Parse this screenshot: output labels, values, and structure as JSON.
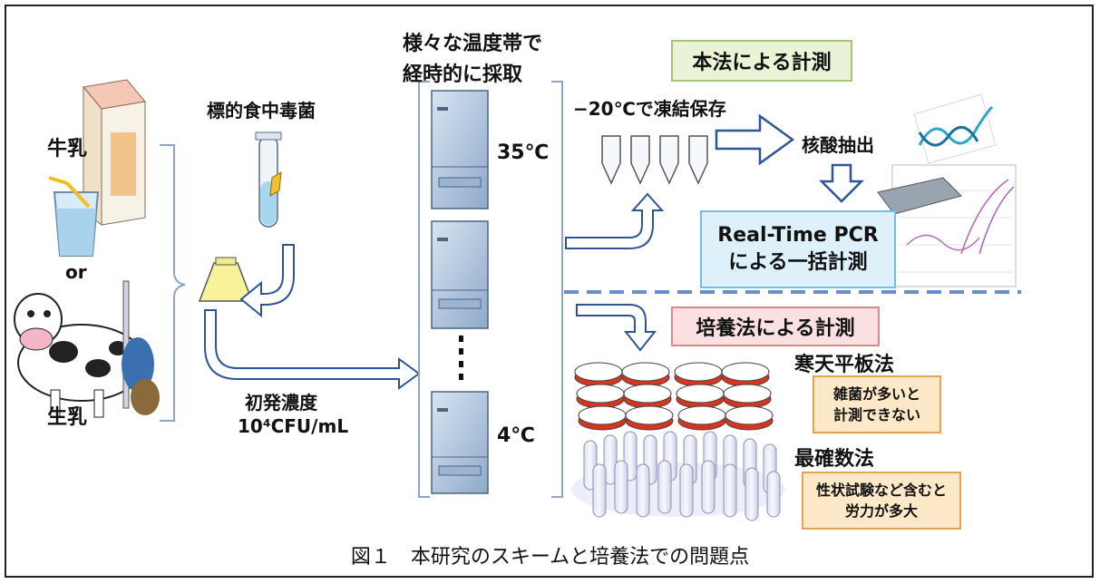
{
  "labels": {
    "target_bacteria": "標的食中毒菌",
    "milk": "牛乳",
    "or": "or",
    "raw_milk": "生乳",
    "sampling_line1": "様々な温度帯で",
    "sampling_line2": "経時的に採取",
    "temp_high": "35℃",
    "temp_low": "4℃",
    "initial_conc_line1": "初発濃度",
    "initial_conc_line2": "10⁴CFU/mL",
    "freeze": "−20℃で凍結保存",
    "extraction": "核酸抽出",
    "agar_method": "寒天平板法",
    "mpn_method": "最確数法"
  },
  "boxes": {
    "this_method": "本法による計測",
    "pcr_line1": "Real-Time PCR",
    "pcr_line2": "による一括計測",
    "culture_method": "培養法による計測",
    "agar_note_line1": "雑菌が多いと",
    "agar_note_line2": "計測できない",
    "mpn_note_line1": "性状試験など含むと",
    "mpn_note_line2": "労力が多大"
  },
  "caption": "図１　本研究のスキームと培養法での問題点",
  "colors": {
    "arrow_fill": "#ffffff",
    "arrow_stroke": "#2f5597",
    "dashed_line": "#6a8cc8",
    "incubator": "#b7cce4",
    "petri_red": "#d9341f"
  }
}
